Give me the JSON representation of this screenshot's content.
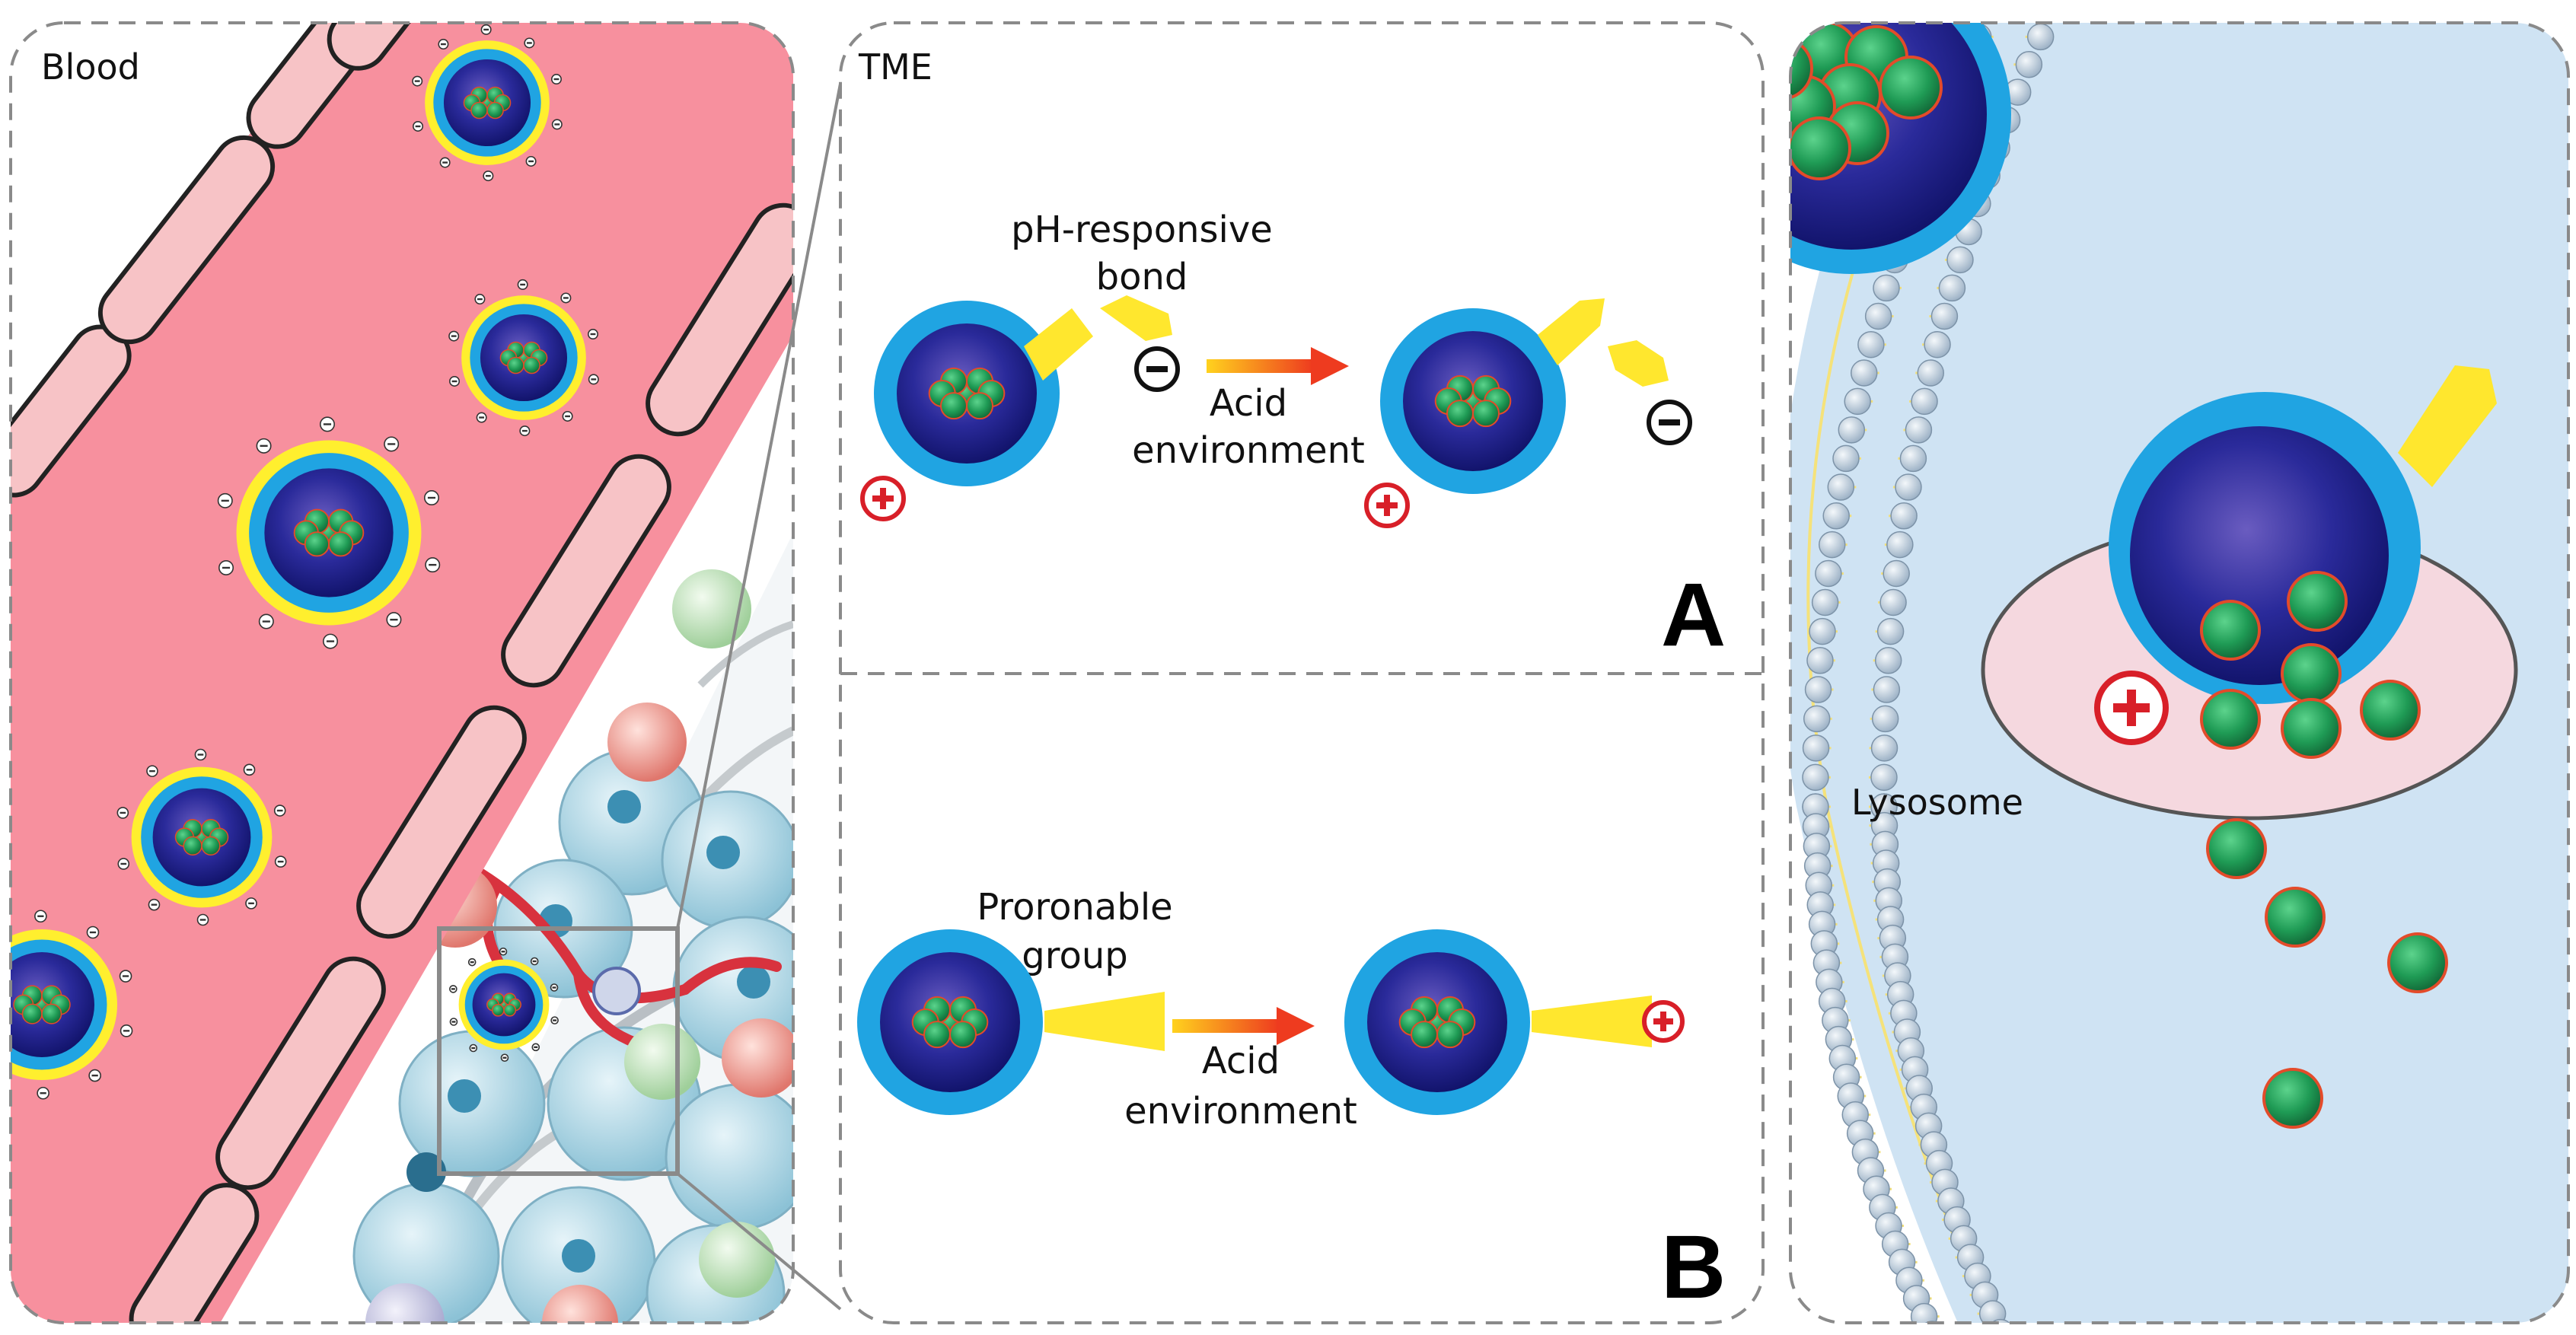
{
  "panels": {
    "blood": {
      "label": "Blood"
    },
    "tme": {
      "label": "TME"
    },
    "cell": {
      "label": "Lysosome"
    }
  },
  "sub_a": {
    "tag": "A",
    "bond_label_1": "pH-responsive",
    "bond_label_2": "bond",
    "arrow_label_1": "Acid",
    "arrow_label_2": "environment"
  },
  "sub_b": {
    "tag": "B",
    "group_label_1": "Proronable",
    "group_label_2": "group",
    "arrow_label_1": "Acid",
    "arrow_label_2": "environment"
  },
  "charges": {
    "positive": "+",
    "negative": "−"
  },
  "colors": {
    "vessel": "#f7909e",
    "endothelium": "#f7c3c6",
    "core": "#1c1f86",
    "shell": "#20a4e2",
    "coating": "#ffef2e",
    "drug": "#1e9d57",
    "positive_charge": "#d81f28",
    "cell_bg": "#cfe3f3",
    "lysosome": "#f5d8df",
    "membrane_head": "#b8cbdc"
  }
}
